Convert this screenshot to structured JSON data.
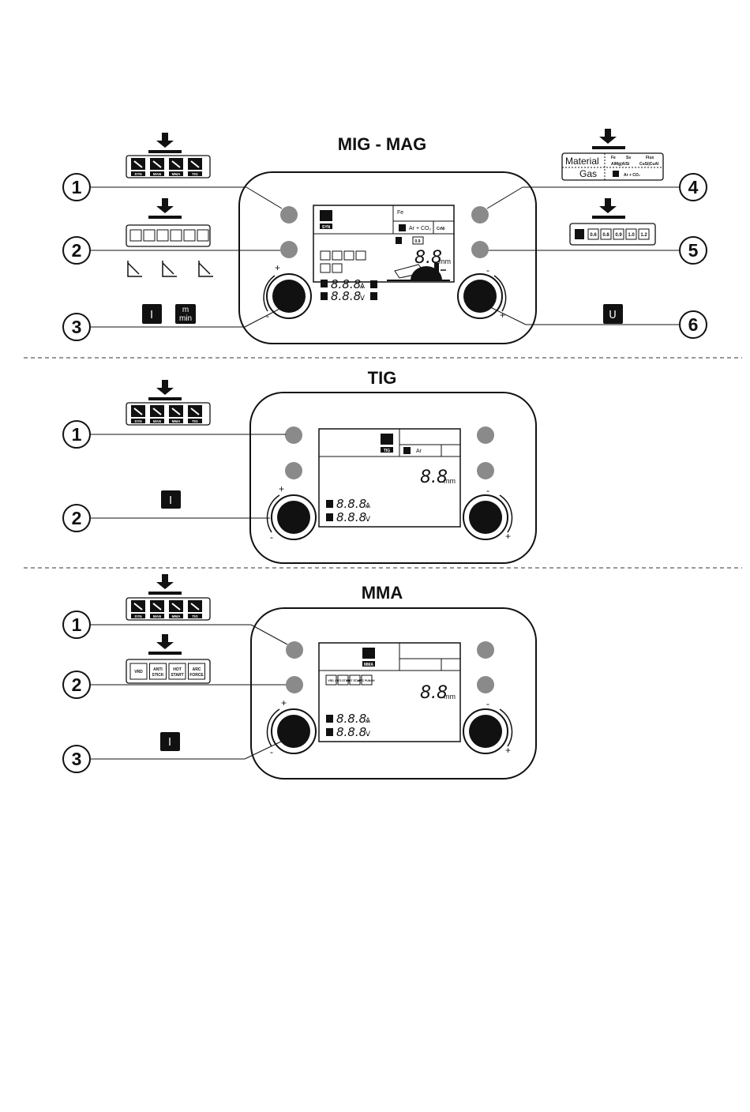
{
  "sections": {
    "mig": {
      "title": "MIG - MAG"
    },
    "tig": {
      "title": "TIG"
    },
    "mma": {
      "title": "MMA"
    }
  },
  "mode_icons": {
    "labels": [
      "SYN",
      "MAN",
      "MMA",
      "TIG"
    ]
  },
  "callouts": {
    "mig": [
      "1",
      "2",
      "3",
      "4",
      "5",
      "6"
    ],
    "tig": [
      "1",
      "2"
    ],
    "mma": [
      "1",
      "2",
      "3"
    ]
  },
  "symbols": {
    "current": "I",
    "voltage": "U",
    "speed_top": "m",
    "speed_bottom": "min",
    "plus": "+",
    "minus": "-"
  },
  "material_box": {
    "material_label": "Material",
    "gas_label": "Gas",
    "fe": "Fe",
    "ss": "Ss",
    "flux": "Flux",
    "almgalsi": "AlMg|AlSi",
    "cusicual": "CuSi|CuAl",
    "gas_value": "Ar + CO₂"
  },
  "diameter_box": {
    "items": [
      "0.6",
      "0.8",
      "0.9",
      "1.0",
      "1.2"
    ]
  },
  "mma_options": [
    "VRD",
    "ANTI STICK",
    "HOT START",
    "ARC FORCE"
  ],
  "lcd": {
    "mig": {
      "mode": "SYN",
      "material": "Fe",
      "gas": "Ar + CO₂",
      "extra": "CrNi",
      "diameter_value": "0.9",
      "wire_value": "8.8",
      "wire_unit": "mm",
      "current_value": "8.8.8.",
      "current_unit": "A",
      "voltage_value": "8.8.8.",
      "voltage_unit": "V"
    },
    "tig": {
      "mode": "TIG",
      "gas": "Ar",
      "wire_value": "8.8",
      "wire_unit": "mm",
      "current_value": "8.8.8.",
      "current_unit": "A",
      "voltage_value": "8.8.8.",
      "voltage_unit": "V"
    },
    "mma": {
      "mode": "MMA",
      "options": [
        "VRD",
        "ANTI STICK",
        "HOT START",
        "ARC PUNCH"
      ],
      "wire_value": "8.8",
      "wire_unit": "mm",
      "current_value": "8.8.8.",
      "current_unit": "A",
      "voltage_value": "8.8.8.",
      "voltage_unit": "V"
    }
  }
}
